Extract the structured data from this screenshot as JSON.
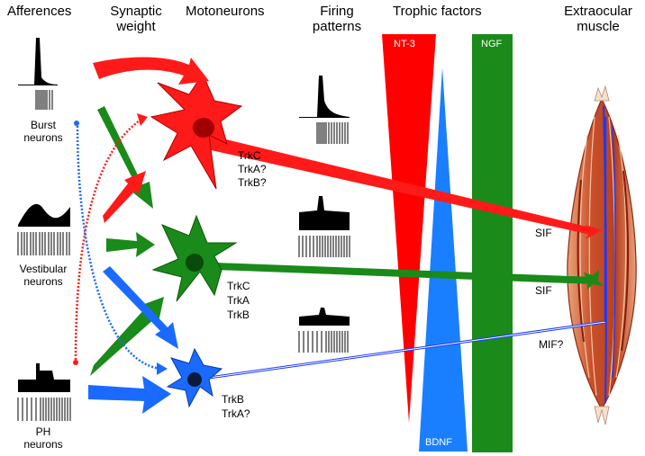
{
  "headers": {
    "afferences": "Afferences",
    "synaptic_1": "Synaptic",
    "synaptic_2": "weight",
    "motoneurons": "Motoneurons",
    "firing_1": "Firing",
    "firing_2": "patterns",
    "trophic": "Trophic factors",
    "extraocular_1": "Extraocular",
    "extraocular_2": "muscle"
  },
  "afferents": {
    "burst_1": "Burst",
    "burst_2": "neurons",
    "vestibular_1": "Vestibular",
    "vestibular_2": "neurons",
    "ph_1": "PH",
    "ph_2": "neurons"
  },
  "motoneurons": {
    "red": {
      "color": "#ff1a1a",
      "receptors": [
        "TrkC",
        "TrkA?",
        "TrkB?"
      ]
    },
    "green": {
      "color": "#1a8a1a",
      "receptors": [
        "TrkC",
        "TrkA",
        "TrkB"
      ]
    },
    "blue": {
      "color": "#1a6aff",
      "receptors": [
        "TrkB",
        "TrkA?"
      ]
    }
  },
  "trophic_factors": {
    "nt3": "NT-3",
    "bdnf": "BDNF",
    "ngf": "NGF",
    "colors": {
      "nt3": "#ff0000",
      "bdnf": "#1a7fff",
      "ngf": "#1a8a1a"
    }
  },
  "muscle_fibers": {
    "sif_1": "SIF",
    "sif_2": "SIF",
    "mif": "MIF?"
  }
}
